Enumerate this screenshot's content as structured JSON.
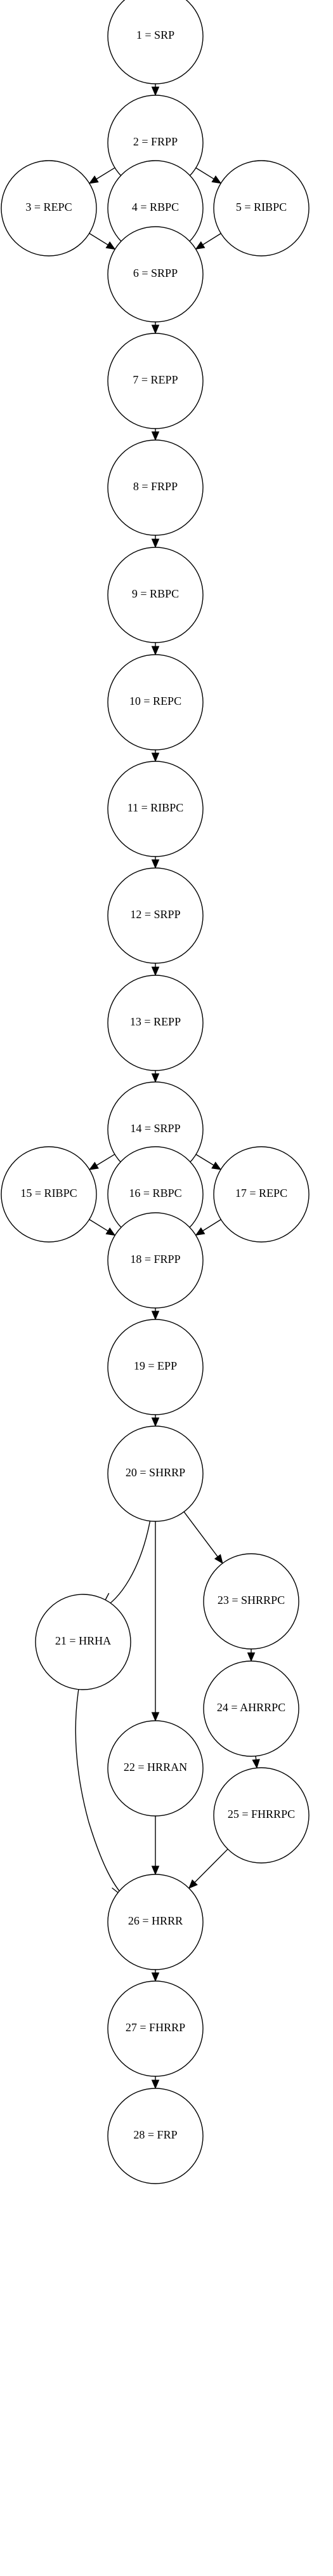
{
  "diagram": {
    "type": "directed-graph",
    "colors": {
      "background": "#ffffff",
      "stroke": "#000000",
      "node_fill": "#ffffff",
      "text": "#000000"
    },
    "nodes": [
      {
        "id": "n1",
        "label": "1 = SRP"
      },
      {
        "id": "n2",
        "label": "2 = FRPP"
      },
      {
        "id": "n3",
        "label": "3 = REPC"
      },
      {
        "id": "n4",
        "label": "4 = RBPC"
      },
      {
        "id": "n5",
        "label": "5 = RIBPC"
      },
      {
        "id": "n6",
        "label": "6 = SRPP"
      },
      {
        "id": "n7",
        "label": "7 = REPP"
      },
      {
        "id": "n8",
        "label": "8 = FRPP"
      },
      {
        "id": "n9",
        "label": "9 = RBPC"
      },
      {
        "id": "n10",
        "label": "10 = REPC"
      },
      {
        "id": "n11",
        "label": "11 = RIBPC"
      },
      {
        "id": "n12",
        "label": "12 = SRPP"
      },
      {
        "id": "n13",
        "label": "13 = REPP"
      },
      {
        "id": "n14",
        "label": "14 = SRPP"
      },
      {
        "id": "n15",
        "label": "15 = RIBPC"
      },
      {
        "id": "n16",
        "label": "16 = RBPC"
      },
      {
        "id": "n17",
        "label": "17 = REPC"
      },
      {
        "id": "n18",
        "label": "18 = FRPP"
      },
      {
        "id": "n19",
        "label": "19 = EPP"
      },
      {
        "id": "n20",
        "label": "20 = SHRRP"
      },
      {
        "id": "n21",
        "label": "21 = HRHA"
      },
      {
        "id": "n22",
        "label": "22 = HRRAN"
      },
      {
        "id": "n23",
        "label": "23 = SHRRPC"
      },
      {
        "id": "n24",
        "label": "24 = AHRRPC"
      },
      {
        "id": "n25",
        "label": "25 = FHRRPC"
      },
      {
        "id": "n26",
        "label": "26 = HRRR"
      },
      {
        "id": "n27",
        "label": "27 = FHRRP"
      },
      {
        "id": "n28",
        "label": "28 = FRP"
      }
    ],
    "edges": [
      {
        "from": "n1",
        "to": "n2"
      },
      {
        "from": "n2",
        "to": "n3"
      },
      {
        "from": "n2",
        "to": "n4"
      },
      {
        "from": "n2",
        "to": "n5"
      },
      {
        "from": "n3",
        "to": "n6"
      },
      {
        "from": "n4",
        "to": "n6"
      },
      {
        "from": "n5",
        "to": "n6"
      },
      {
        "from": "n6",
        "to": "n7"
      },
      {
        "from": "n7",
        "to": "n8"
      },
      {
        "from": "n8",
        "to": "n9"
      },
      {
        "from": "n9",
        "to": "n10"
      },
      {
        "from": "n10",
        "to": "n11"
      },
      {
        "from": "n11",
        "to": "n12"
      },
      {
        "from": "n12",
        "to": "n13"
      },
      {
        "from": "n13",
        "to": "n14"
      },
      {
        "from": "n14",
        "to": "n15"
      },
      {
        "from": "n14",
        "to": "n16"
      },
      {
        "from": "n14",
        "to": "n17"
      },
      {
        "from": "n15",
        "to": "n18"
      },
      {
        "from": "n16",
        "to": "n18"
      },
      {
        "from": "n17",
        "to": "n18"
      },
      {
        "from": "n18",
        "to": "n19"
      },
      {
        "from": "n19",
        "to": "n20"
      },
      {
        "from": "n20",
        "to": "n21"
      },
      {
        "from": "n20",
        "to": "n22"
      },
      {
        "from": "n20",
        "to": "n23"
      },
      {
        "from": "n23",
        "to": "n24"
      },
      {
        "from": "n24",
        "to": "n25"
      },
      {
        "from": "n21",
        "to": "n26"
      },
      {
        "from": "n22",
        "to": "n26"
      },
      {
        "from": "n25",
        "to": "n26"
      },
      {
        "from": "n26",
        "to": "n27"
      },
      {
        "from": "n27",
        "to": "n28"
      }
    ]
  }
}
